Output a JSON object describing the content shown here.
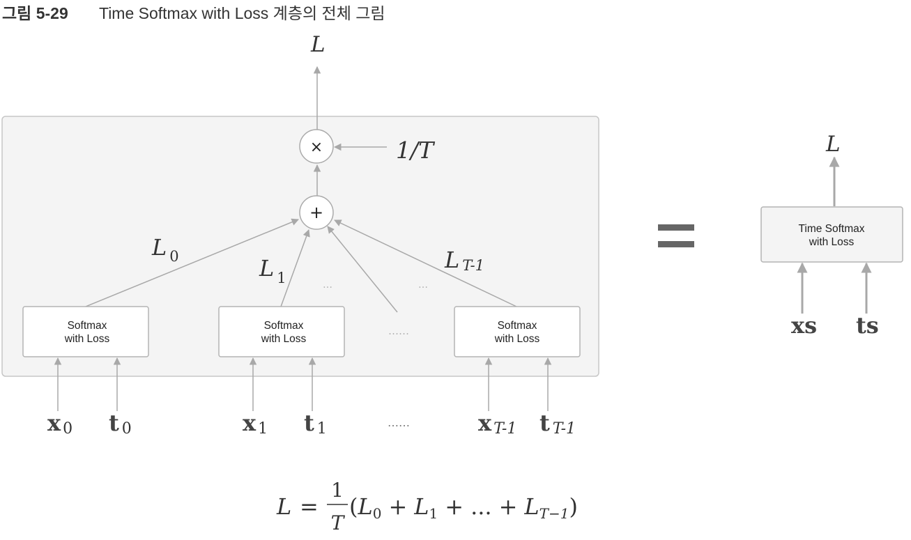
{
  "caption": {
    "figure_label": "그림 5-29",
    "text": "Time Softmax with Loss 계층의 전체 그림"
  },
  "graph": {
    "output_label": "L",
    "multiply_symbol": "×",
    "plus_symbol": "+",
    "scale_label": "1/T",
    "loss_labels": [
      {
        "base": "L",
        "sub": "0"
      },
      {
        "base": "L",
        "sub": "1"
      },
      {
        "base": "L",
        "sub": "T-1"
      }
    ],
    "layer_line1": "Softmax",
    "layer_line2": "with Loss",
    "ellipsis_short": "…",
    "ellipsis_long": "……",
    "inputs": [
      {
        "x_base": "x",
        "x_sub": "0",
        "t_base": "t",
        "t_sub": "0"
      },
      {
        "x_base": "x",
        "x_sub": "1",
        "t_base": "t",
        "t_sub": "1"
      },
      {
        "x_base": "x",
        "x_sub": "T-1",
        "t_base": "t",
        "t_sub": "T-1"
      }
    ]
  },
  "equals_symbol": "=",
  "summary": {
    "output_label": "L",
    "box_line1": "Time Softmax",
    "box_line2": "with Loss",
    "input_xs": "xs",
    "input_ts": "ts"
  },
  "formula": {
    "lhs": "L",
    "eq": "=",
    "numerator": "1",
    "denominator": "T",
    "open": "(",
    "t0": "L",
    "s0": "0",
    "plus1": "+",
    "t1": "L",
    "s1": "1",
    "plus2": "+",
    "ell": "...",
    "plus3": "+",
    "t2": "L",
    "s2": "T−1",
    "close": ")"
  }
}
